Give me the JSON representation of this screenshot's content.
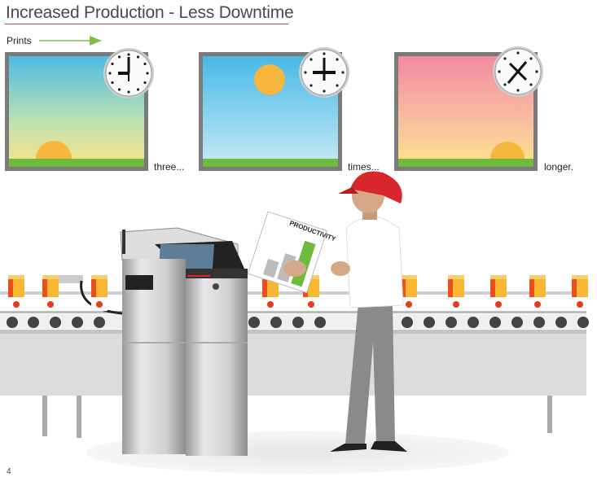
{
  "header": {
    "title": "Increased Production - Less Downtime"
  },
  "prints_label": "Prints",
  "captions": [
    "three...",
    "times...",
    "longer."
  ],
  "chart_sheet": {
    "title": "PRODUCTIVITY"
  },
  "page_number": "4",
  "colors": {
    "accent_rule": "#e0344b",
    "arrow": "#7dc242",
    "grass": "#6cbb3c",
    "sun": "#f6b73c",
    "cap": "#d9262b"
  },
  "icons": [
    "clock-icon",
    "arrow-right-icon",
    "sun-icon"
  ]
}
